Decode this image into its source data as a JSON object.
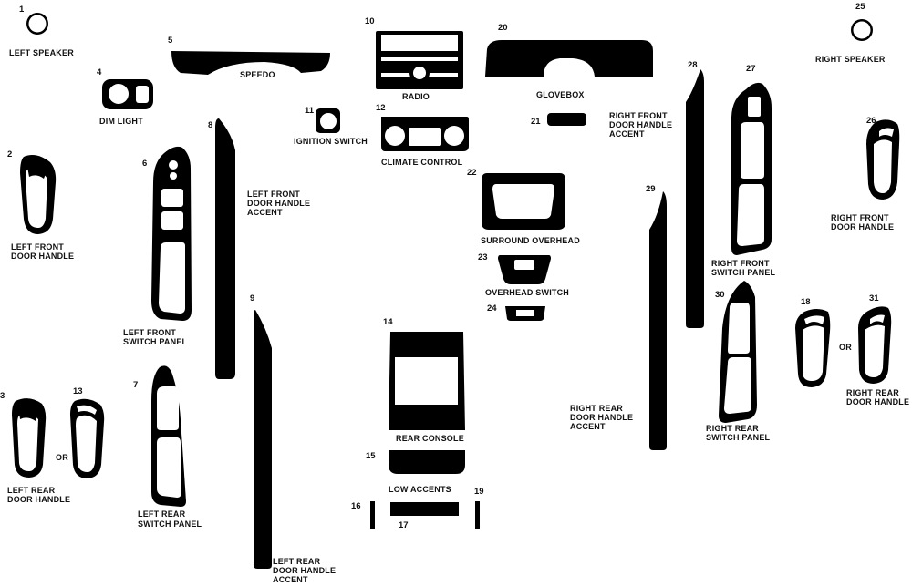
{
  "parts": {
    "p1": {
      "num": "1",
      "label": [
        "LEFT SPEAKER"
      ]
    },
    "p2": {
      "num": "2",
      "label": [
        "LEFT FRONT",
        "DOOR HANDLE"
      ]
    },
    "p3": {
      "num": "3",
      "label": [
        "LEFT REAR",
        "DOOR HANDLE"
      ]
    },
    "p4": {
      "num": "4",
      "label": [
        "DIM LIGHT"
      ]
    },
    "p5": {
      "num": "5",
      "label": [
        "SPEEDO"
      ]
    },
    "p6": {
      "num": "6",
      "label": [
        "LEFT FRONT",
        "SWITCH PANEL"
      ]
    },
    "p7": {
      "num": "7",
      "label": [
        "LEFT REAR",
        "SWITCH PANEL"
      ]
    },
    "p8": {
      "num": "8",
      "label": [
        "LEFT FRONT",
        "DOOR HANDLE",
        "ACCENT"
      ]
    },
    "p9": {
      "num": "9",
      "label": [
        "LEFT REAR",
        "DOOR HANDLE",
        "ACCENT"
      ]
    },
    "p10": {
      "num": "10",
      "label": [
        "RADIO"
      ]
    },
    "p11": {
      "num": "11",
      "label": [
        "IGNITION SWITCH"
      ]
    },
    "p12": {
      "num": "12",
      "label": [
        "CLIMATE CONTROL"
      ]
    },
    "p13": {
      "num": "13",
      "label": []
    },
    "p14": {
      "num": "14",
      "label": [
        "REAR CONSOLE"
      ]
    },
    "p15": {
      "num": "15",
      "label": [
        "LOW ACCENTS"
      ]
    },
    "p16": {
      "num": "16",
      "label": []
    },
    "p17": {
      "num": "17",
      "label": []
    },
    "p18": {
      "num": "18",
      "label": []
    },
    "p19": {
      "num": "19",
      "label": []
    },
    "p20": {
      "num": "20",
      "label": [
        "GLOVEBOX"
      ]
    },
    "p21": {
      "num": "21",
      "label": [
        "RIGHT FRONT",
        "DOOR HANDLE",
        "ACCENT"
      ]
    },
    "p22": {
      "num": "22",
      "label": [
        "SURROUND OVERHEAD"
      ]
    },
    "p23": {
      "num": "23",
      "label": [
        "OVERHEAD SWITCH"
      ]
    },
    "p24": {
      "num": "24",
      "label": []
    },
    "p25": {
      "num": "25",
      "label": [
        "RIGHT SPEAKER"
      ]
    },
    "p26": {
      "num": "26",
      "label": [
        "RIGHT FRONT",
        "DOOR HANDLE"
      ]
    },
    "p27": {
      "num": "27",
      "label": [
        "RIGHT FRONT",
        "SWITCH PANEL"
      ]
    },
    "p28": {
      "num": "28",
      "label": []
    },
    "p29": {
      "num": "29",
      "label": [
        "RIGHT REAR",
        "DOOR HANDLE",
        "ACCENT"
      ]
    },
    "p30": {
      "num": "30",
      "label": [
        "RIGHT REAR",
        "SWITCH PANEL"
      ]
    },
    "p31": {
      "num": "31",
      "label": [
        "RIGHT REAR",
        "DOOR HANDLE"
      ]
    }
  },
  "connectors": {
    "or_left": "OR",
    "or_right": "OR"
  }
}
